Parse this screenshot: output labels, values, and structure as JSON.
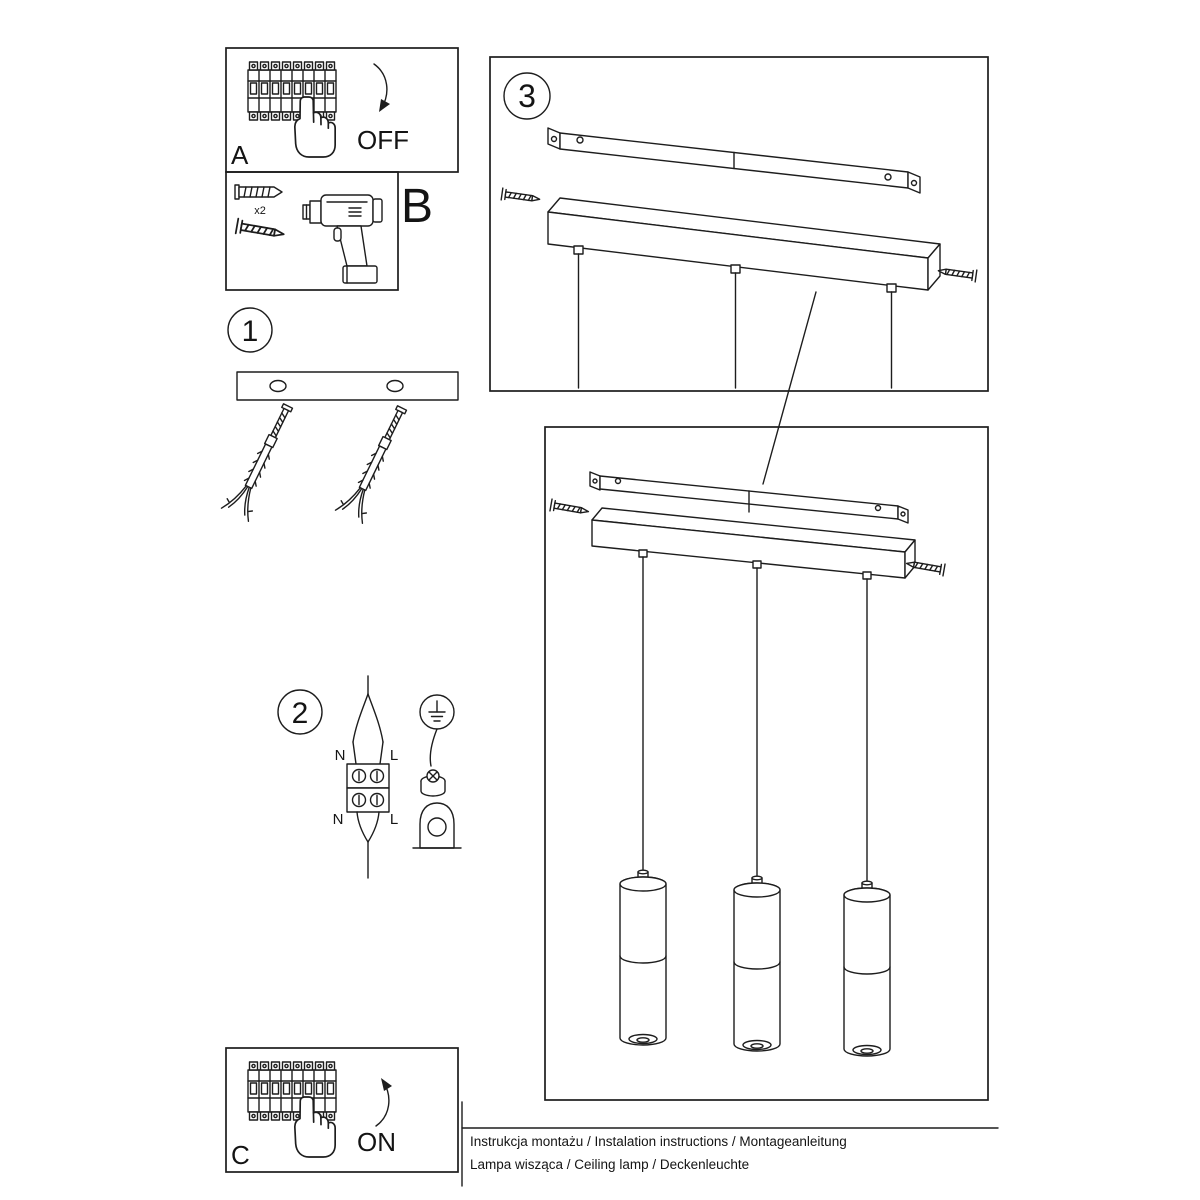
{
  "colors": {
    "ink": "#1d1d1d",
    "paper": "#ffffff"
  },
  "steps": {
    "a": {
      "label": "A",
      "action": "OFF"
    },
    "b": {
      "label": "B",
      "quantity": "x2"
    },
    "one": {
      "label": "1"
    },
    "two": {
      "label": "2",
      "top_left": "N",
      "top_right": "L",
      "bottom_left": "N",
      "bottom_right": "L"
    },
    "three": {
      "label": "3"
    },
    "c": {
      "label": "C",
      "action": "ON"
    }
  },
  "footer": {
    "line1": "Instrukcja montażu / Instalation instructions / Montageanleitung",
    "line2": "Lampa wisząca / Ceiling lamp / Deckenleuchte"
  }
}
